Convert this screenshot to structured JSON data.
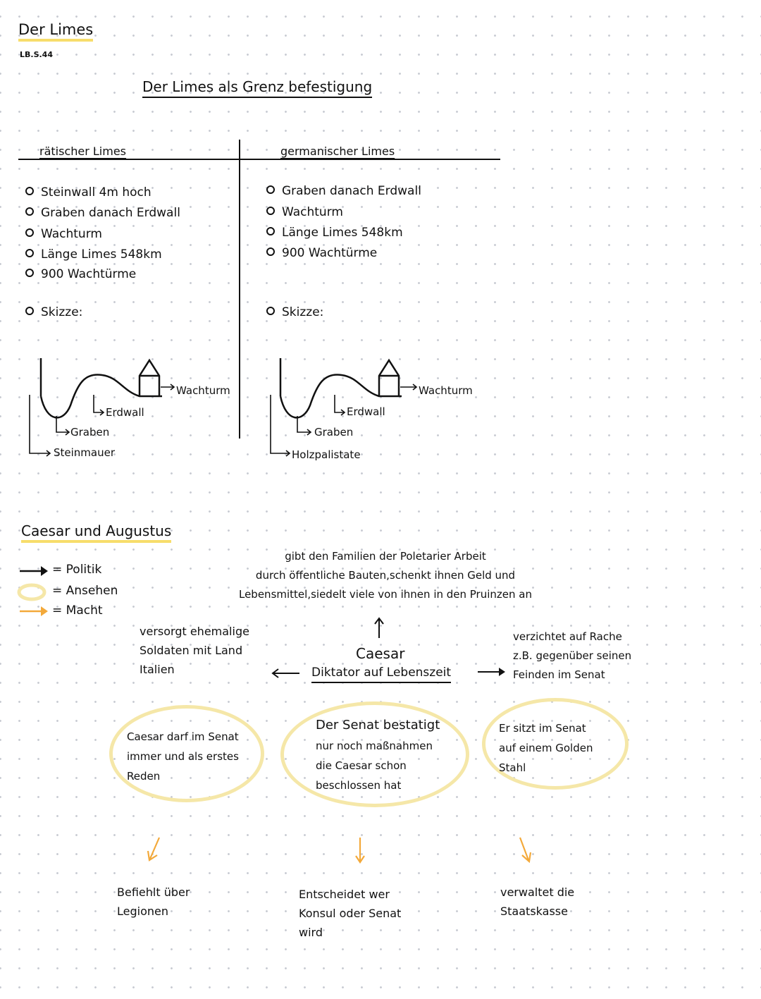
{
  "header": {
    "title": "Der Limes",
    "reference": "LB.S.44"
  },
  "limes_section": {
    "heading": "Der Limes als Grenz befestigung",
    "raetisch": {
      "title": "rätischer Limes",
      "items": [
        "Steinwall 4m hoch",
        "Graben danach Erdwall",
        "Wachturm",
        "Länge Limes 548km",
        "900 Wachtürme"
      ],
      "sketch_label": "Skizze:",
      "sketch_labels": {
        "tower": "Wachturm",
        "wall": "Erdwall",
        "ditch": "Graben",
        "base": "Steinmauer"
      }
    },
    "germanisch": {
      "title": "germanischer Limes",
      "items": [
        "Graben danach Erdwall",
        "Wachturm",
        "Länge Limes 548km",
        "900 Wachtürme"
      ],
      "sketch_label": "Skizze:",
      "sketch_labels": {
        "tower": "Wachturm",
        "wall": "Erdwall",
        "ditch": "Graben",
        "base": "Holzpalistate"
      }
    }
  },
  "caesar_section": {
    "heading": "Caesar und Augustus",
    "legend": [
      {
        "symbol": "black-arrow",
        "text": "= Politik"
      },
      {
        "symbol": "yellow-ellipse",
        "text": "= Ansehen"
      },
      {
        "symbol": "orange-arrow",
        "text": "= Macht"
      }
    ],
    "center": {
      "name": "Caesar",
      "title": "Diktator auf Lebenszeit"
    },
    "top_note": [
      "gibt den Familien der Poletarier Arbeit",
      "durch öffentliche Bauten,schenkt ihnen Geld und",
      "Lebensmittel,siedelt viele von ihnen in den Pruinzen an"
    ],
    "left_note": [
      "versorgt ehemalige",
      "Soldaten mit Land",
      "Italien"
    ],
    "right_note": [
      "verzichtet auf Rache",
      "z.B. gegenüber seinen",
      "Feinden im Senat"
    ],
    "ellipses": [
      [
        "Caesar darf im Senat",
        "immer und als erstes",
        "Reden"
      ],
      [
        "Der Senat bestatigt",
        "nur noch maßnahmen",
        "die Caesar schon",
        "beschlossen hat"
      ],
      [
        "Er sitzt im Senat",
        "auf einem Golden",
        "Stahl"
      ]
    ],
    "outcomes": [
      [
        "Befiehlt über",
        "Legionen"
      ],
      [
        "Entscheidet wer",
        "Konsul oder Senat",
        "wird"
      ],
      [
        "verwaltet die",
        "Staatskasse"
      ]
    ]
  },
  "colors": {
    "highlight_yellow": "#f7dd6b",
    "ellipse_yellow": "#f5e7a8",
    "arrow_orange": "#f3a93a",
    "ink": "#111111"
  }
}
